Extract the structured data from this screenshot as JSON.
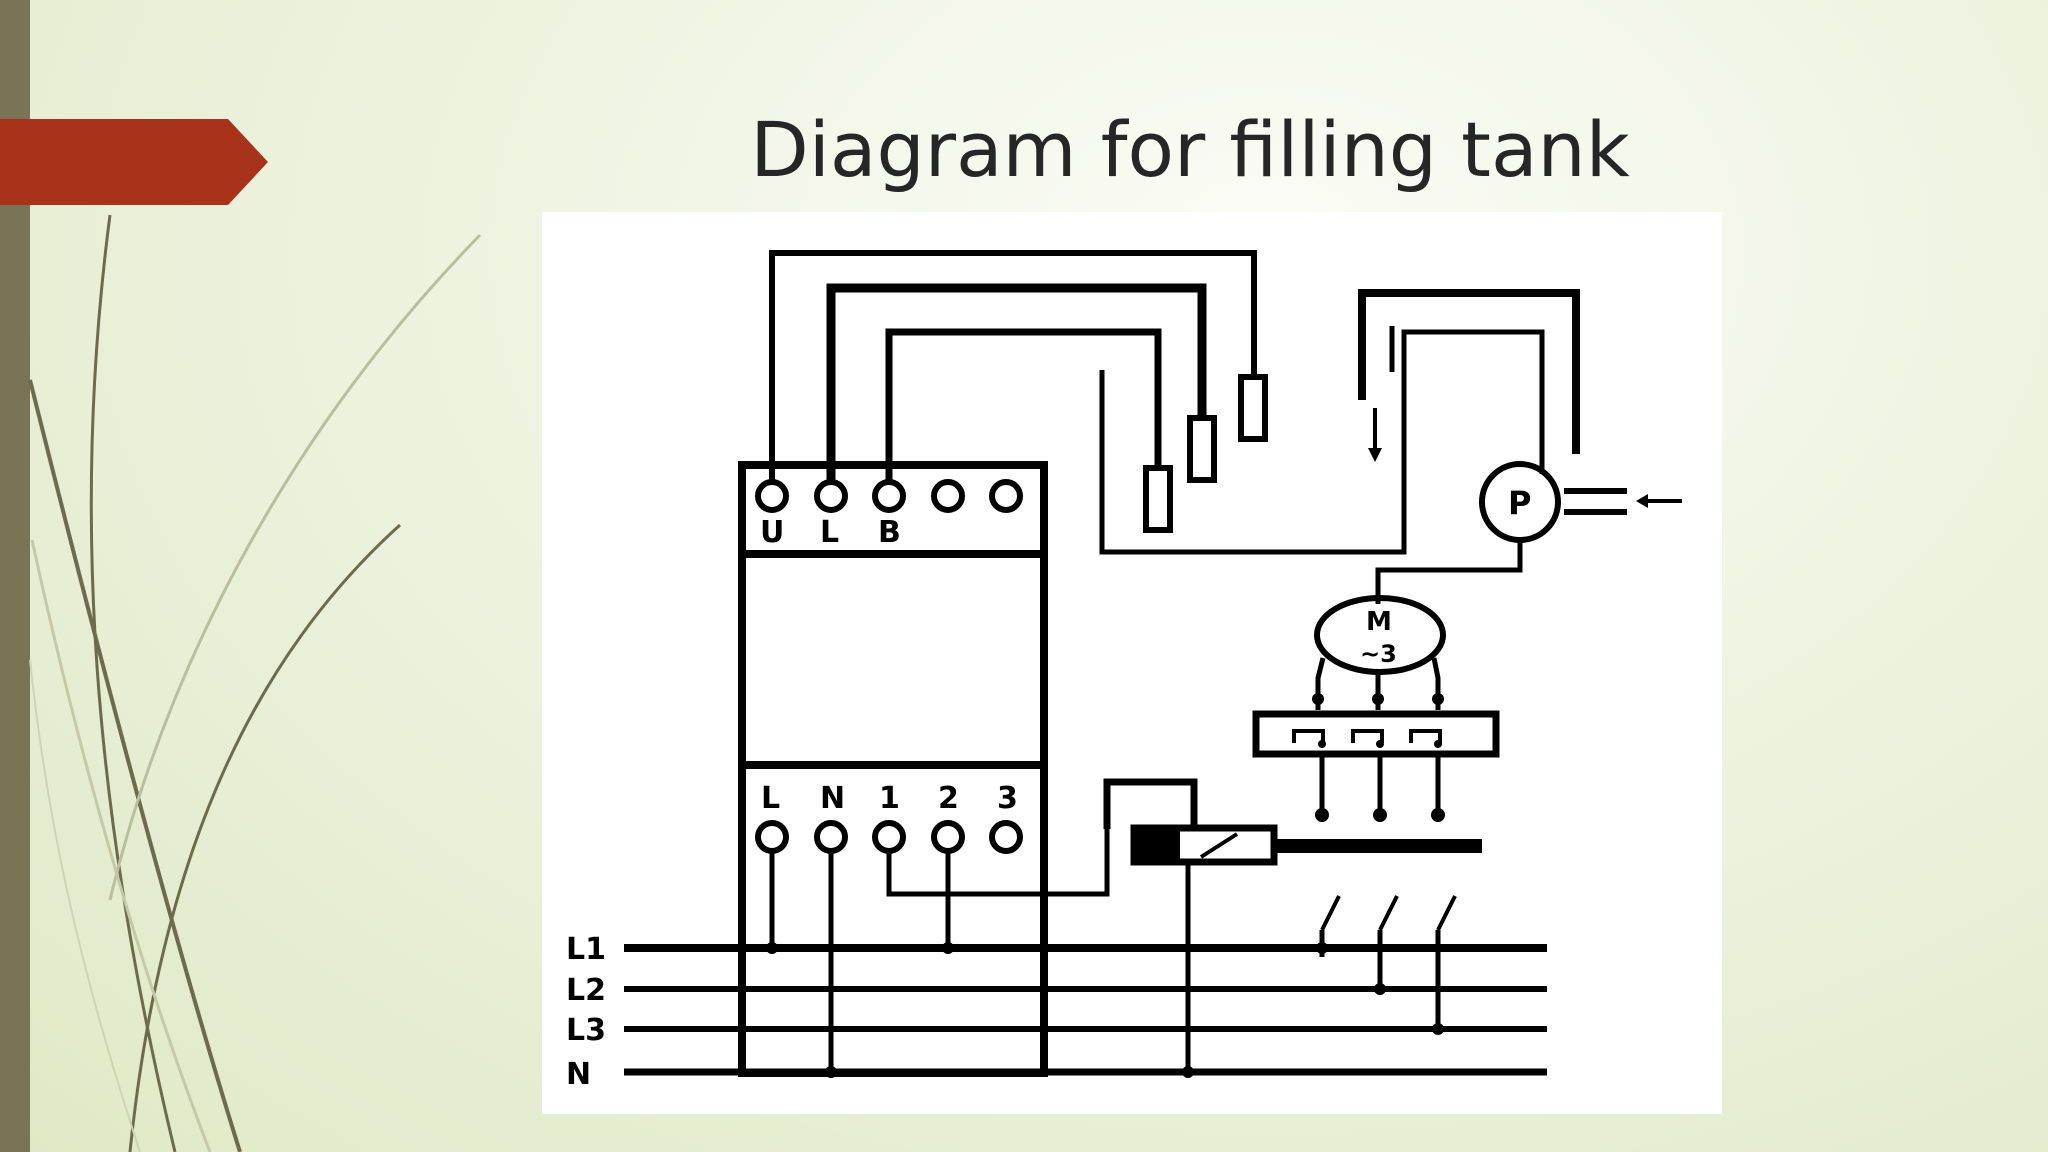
{
  "slide": {
    "title": "Diagram for filling tank"
  },
  "diagram": {
    "relay_top_terminals": [
      "U",
      "L",
      "B"
    ],
    "relay_bottom_terminals": [
      "L",
      "N",
      "1",
      "2",
      "3"
    ],
    "motor": {
      "label": "M",
      "phase_label": "~3"
    },
    "pressure_switch": {
      "label": "P"
    },
    "bus_lines": [
      "L1",
      "L2",
      "L3",
      "N"
    ]
  },
  "colors": {
    "accent": "#a8321a",
    "side_bar": "#7a7457",
    "line": "#000000"
  }
}
